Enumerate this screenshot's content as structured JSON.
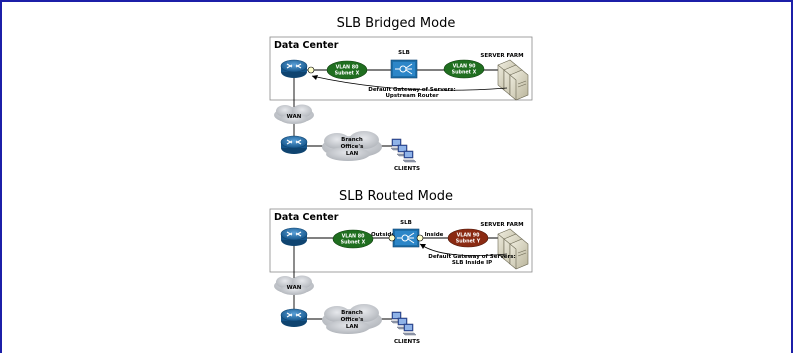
{
  "diagrams": [
    {
      "title": "SLB Bridged Mode",
      "data_center": "Data Center",
      "slb": "SLB",
      "server_farm": "SERVER FARM",
      "vlan_left": {
        "name": "VLAN 80",
        "subnet": "Subnet X",
        "color": "#1f6e1f"
      },
      "vlan_right": {
        "name": "VLAN 90",
        "subnet": "Subnet X",
        "color": "#1f6e1f"
      },
      "gateway_line1": "Default Gateway of Servers:",
      "gateway_line2": "Upstream Router",
      "wan": "WAN",
      "branch_line1": "Branch",
      "branch_line2": "Office's",
      "branch_line3": "LAN",
      "clients": "CLIENTS"
    },
    {
      "title": "SLB Routed Mode",
      "data_center": "Data Center",
      "slb": "SLB",
      "outside": "Outside",
      "inside": "Inside",
      "server_farm": "SERVER FARM",
      "vlan_left": {
        "name": "VLAN 80",
        "subnet": "Subnet X",
        "color": "#1f6e1f"
      },
      "vlan_right": {
        "name": "VLAN 90",
        "subnet": "Subnet Y",
        "color": "#8a2a12"
      },
      "gateway_line1": "Default Gateway of Servers:",
      "gateway_line2": "SLB Inside IP",
      "wan": "WAN",
      "branch_line1": "Branch",
      "branch_line2": "Office's",
      "branch_line3": "LAN",
      "clients": "CLIENTS"
    }
  ],
  "colors": {
    "border": "#1c1fa8",
    "router": "#1c6ea8",
    "slb": "#1c6ea8",
    "cloud": "#c8cbd0",
    "server": "#d9d6c3"
  }
}
